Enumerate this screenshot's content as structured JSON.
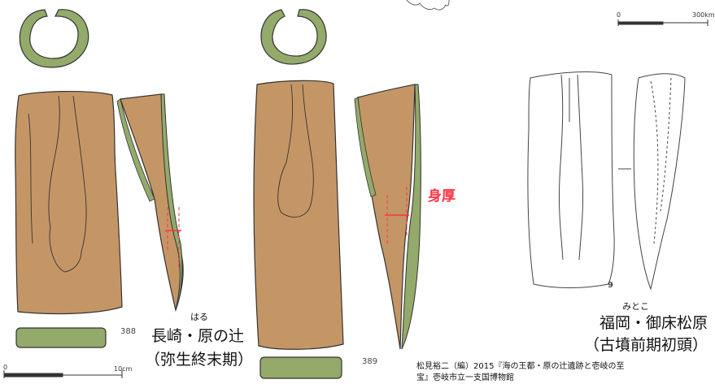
{
  "colors": {
    "bronze": "#c49666",
    "cross_section": "#93aa6a",
    "outline": "#333333",
    "accent": "#ff3344"
  },
  "thickness_label": "身厚",
  "specimens": [
    {
      "number": "388",
      "ruby": "はる",
      "site": "長崎・原の辻",
      "period": "（弥生終末期）"
    },
    {
      "number": "389"
    },
    {
      "number": "9",
      "ruby": "みとこ",
      "site": "福岡・御床松原",
      "period": "（古墳前期初頭）"
    }
  ],
  "scale_bars": {
    "left": {
      "start": "0",
      "end": "10cm"
    },
    "right": {
      "start": "0",
      "end": "300km"
    }
  },
  "citation": {
    "line1": "松見裕二（編）2015『海の王都・原の辻遺跡と壱岐の至",
    "line2": "宝』壱岐市立一支国博物館"
  }
}
